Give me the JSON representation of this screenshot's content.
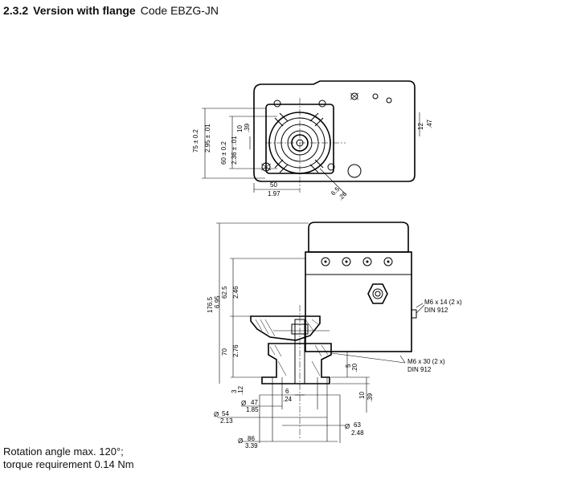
{
  "heading": {
    "section_number": "2.3.2",
    "title": "Version with flange",
    "code": "Code EBZG-JN"
  },
  "notes": {
    "line1": "Rotation angle max. 120°;",
    "line2": "torque requirement 0.14  Nm"
  },
  "top_view": {
    "dim_75": "75 ± 0.2",
    "dim_2_95": "2.95 ± .01",
    "dim_60": "60 ± 0.2",
    "dim_2_36": "2.36 ± .01",
    "dim_10": "10",
    "dim_39": ".39",
    "dim_12": "12",
    "dim_47": ".47",
    "dim_50": "50",
    "dim_1_97": "1.97",
    "dim_6_5": "6.5",
    "dim_26": ".26"
  },
  "side_view": {
    "dim_176_5": "176.5",
    "dim_6_95": "6.95",
    "dim_62_5": "62.5",
    "dim_2_46": "2.46",
    "dim_70": "70",
    "dim_2_76": "2.76",
    "dim_3": "3",
    "dim_12": ".12",
    "dim_5": "5",
    "dim_20": ".20",
    "dim_10": "10",
    "dim_39": ".39",
    "dim_6": "6",
    "dim_24": ".24",
    "dim_47": "47",
    "dim_1_85": "1.85",
    "dim_54": "54",
    "dim_2_13": "2.13",
    "dim_63": "63",
    "dim_2_48": "2.48",
    "dim_86": "86",
    "dim_3_39": "3.39",
    "diameter_symbol": "Ø",
    "screw_upper_line1": "M6 x 14 (2 x)",
    "screw_upper_line2": "DIN 912",
    "screw_lower_line1": "M6 x 30 (2 x)",
    "screw_lower_line2": "DIN 912"
  }
}
